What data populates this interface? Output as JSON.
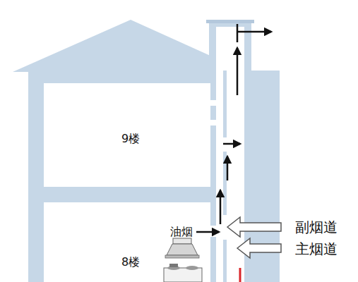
{
  "diagram": {
    "nodes": [
      {
        "text": [
          "9楼"
        ]
      },
      {
        "text": [
          "8楼"
        ]
      }
    ],
    "labels": [
      "油烟",
      "副烟道",
      "主烟道"
    ]
  }
}
